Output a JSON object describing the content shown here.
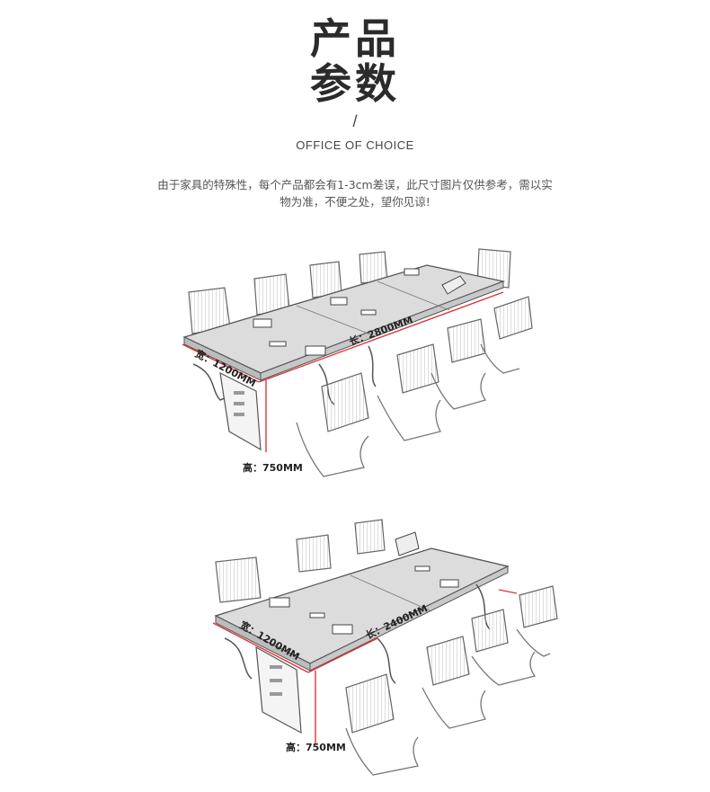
{
  "header": {
    "title_line1": "产品",
    "title_line2": "参数",
    "slash": "/",
    "subtitle": "OFFICE OF CHOICE",
    "note": "由于家具的特殊性，每个产品都会有1-3cm差误，此尺寸图片仅供参考，需以实物为准，不便之处，望你见谅!"
  },
  "product1": {
    "width_label": "宽：1200MM",
    "length_label": "长：2800MM",
    "height_label": "高：750MM"
  },
  "product2": {
    "width_label": "宽：1200MM",
    "length_label": "长：2400MM",
    "height_label": "高：750MM"
  },
  "colors": {
    "dimension_line": "#d9363e",
    "table_top": "#d6d6d6",
    "outline": "#555555"
  }
}
